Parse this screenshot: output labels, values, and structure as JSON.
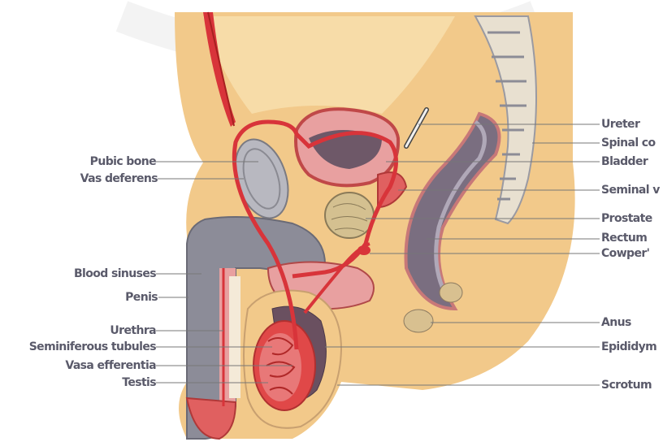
{
  "labels": {
    "left": {
      "pubic_bone": "Pubic bone",
      "vas_deferens": "Vas deferens",
      "blood_sinuses": "Blood sinuses",
      "penis": "Penis",
      "urethra": "Urethra",
      "seminiferous_tubules": "Seminiferous tubules",
      "vasa_efferentia": "Vasa efferentia",
      "testis": "Testis"
    },
    "right": {
      "ureter": "Ureter",
      "spinal_cord": "Spinal co",
      "bladder": "Bladder",
      "seminal_vesicle": "Seminal v",
      "prostate": "Prostate",
      "rectum": "Rectum",
      "cowpers_gland": "Cowper'",
      "anus": "Anus",
      "epididymis": "Epididym",
      "scrotum": "Scrotum"
    }
  },
  "colors": {
    "skin": "#f2c98a",
    "skin_light": "#f7dca8",
    "vessel_red": "#d8343a",
    "tissue_pink": "#e8a0a0",
    "erectile_gray": "#8c8c98",
    "bone_gray": "#a8a8b0",
    "leader": "#777777",
    "label_text": "#5a5a6a"
  }
}
